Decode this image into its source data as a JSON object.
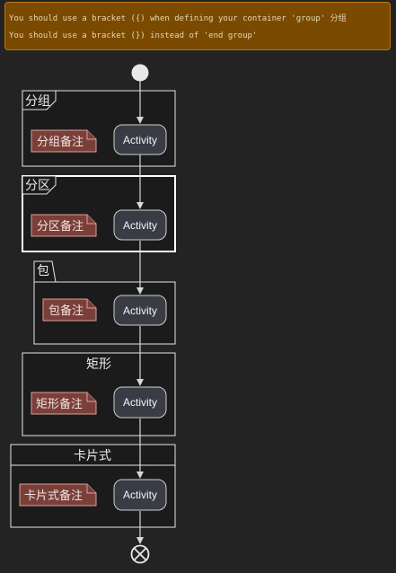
{
  "warnings": [
    "You should use a bracket ({) when defining your container 'group' 分组",
    "You should use a bracket (}) instead of 'end group'"
  ],
  "containers": [
    {
      "style": "group",
      "label": "分组",
      "note": "分组备注",
      "activity": "Activity"
    },
    {
      "style": "partition",
      "label": "分区",
      "note": "分区备注",
      "activity": "Activity"
    },
    {
      "style": "package",
      "label": "包",
      "note": "包备注",
      "activity": "Activity"
    },
    {
      "style": "rectangle",
      "label": "矩形",
      "note": "矩形备注",
      "activity": "Activity"
    },
    {
      "style": "card",
      "label": "卡片式",
      "note": "卡片式备注",
      "activity": "Activity"
    }
  ],
  "colors": {
    "background": "#232323",
    "warning_fill": "#7a4a00",
    "warning_border": "#c07810",
    "note_fill": "#7b3f3a",
    "activity_fill": "#3a3c45"
  }
}
